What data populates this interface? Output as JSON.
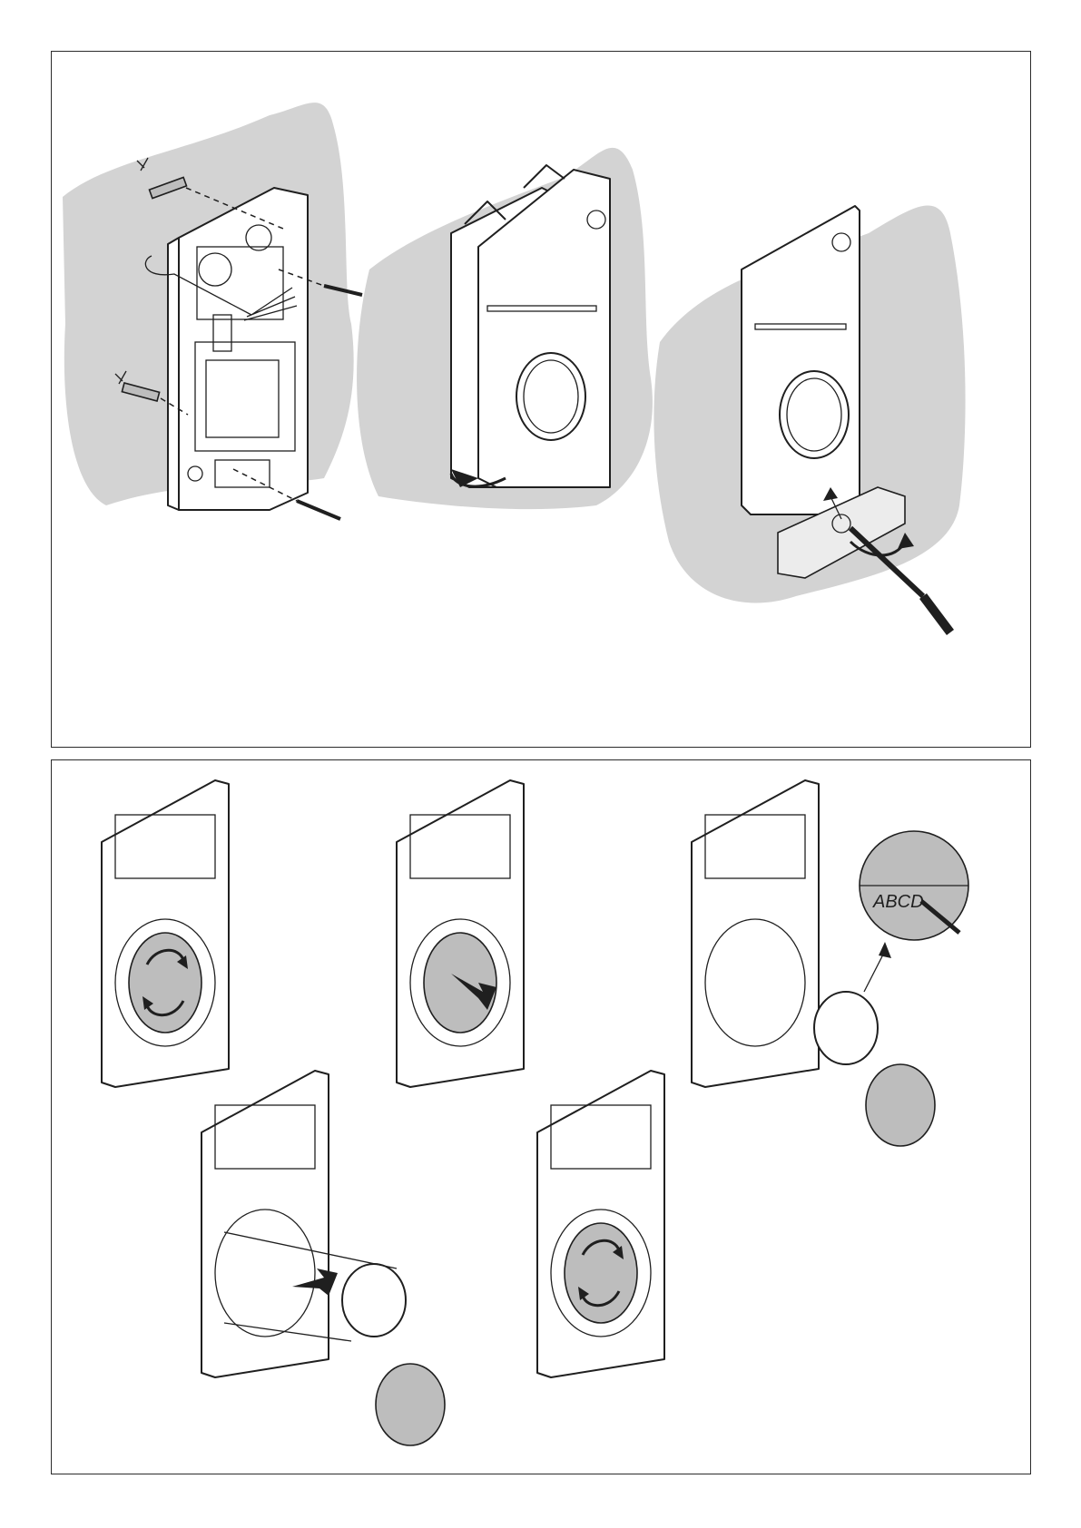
{
  "panels": {
    "top": {
      "steps": 3
    },
    "bottom": {
      "steps": 5
    }
  },
  "labels": {
    "nameplate": "ABCD"
  },
  "colors": {
    "wall": "#d3d3d3",
    "line": "#1f1f1f",
    "lens": "#bdbdbd"
  },
  "icons": [
    "screw-icon",
    "rotate-arrow-icon",
    "push-arrow-icon",
    "screwdriver-icon"
  ]
}
